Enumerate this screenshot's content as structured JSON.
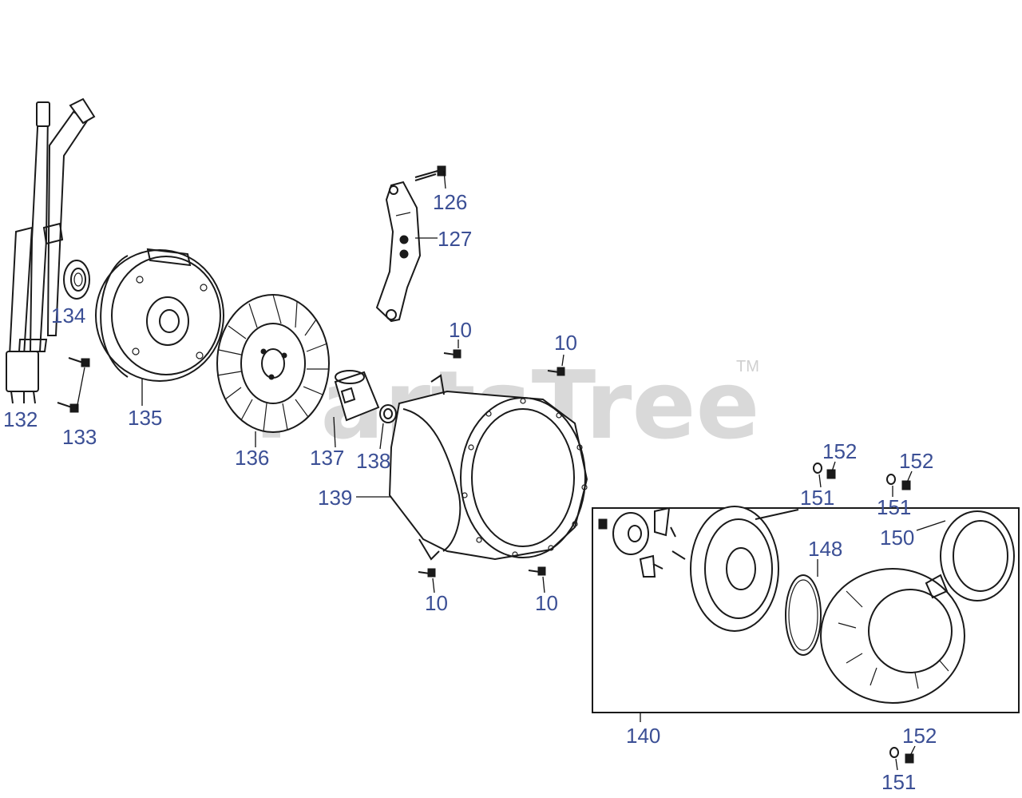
{
  "watermark": {
    "text": "PartsTree",
    "trademark": "TM"
  },
  "callouts": {
    "c126": "126",
    "c127": "127",
    "c132": "132",
    "c133": "133",
    "c134": "134",
    "c135": "135",
    "c136": "136",
    "c137": "137",
    "c138": "138",
    "c139": "139",
    "c10a": "10",
    "c10b": "10",
    "c10c": "10",
    "c10d": "10",
    "c140": "140",
    "c148": "148",
    "c150": "150",
    "c151a": "151",
    "c151b": "151",
    "c151c": "151",
    "c152a": "152",
    "c152b": "152",
    "c152c": "152"
  },
  "colors": {
    "label": "#3b4f95",
    "line": "#1a1a1a",
    "watermark": "#d9d9d9"
  }
}
